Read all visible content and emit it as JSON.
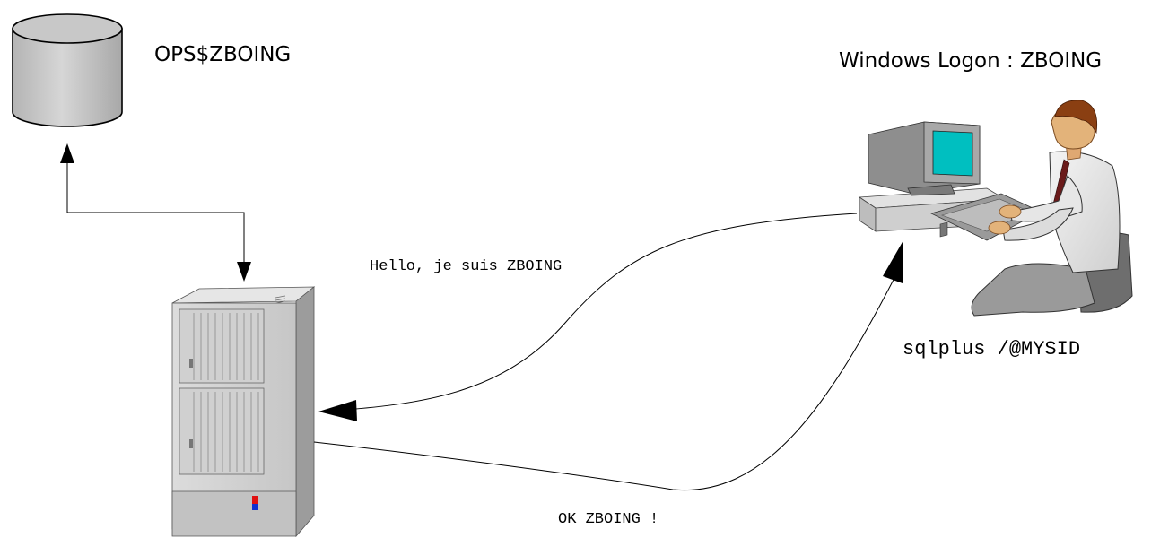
{
  "labels": {
    "db_user": "OPS$ZBOING",
    "windows_logon": "Windows Logon : ZBOING",
    "client_command": "sqlplus /@MYSID",
    "client_message": "Hello, je suis ZBOING",
    "server_reply": "OK ZBOING !"
  },
  "icons": {
    "database": "database-cylinder-icon",
    "server": "server-tower-icon",
    "client": "workstation-user-icon"
  },
  "colors": {
    "background": "#ffffff",
    "line": "#000000",
    "db_fill": "#c0c0c0",
    "screen": "#00bfc0",
    "server_light_red": "#e01010",
    "server_light_blue": "#1030d0"
  }
}
